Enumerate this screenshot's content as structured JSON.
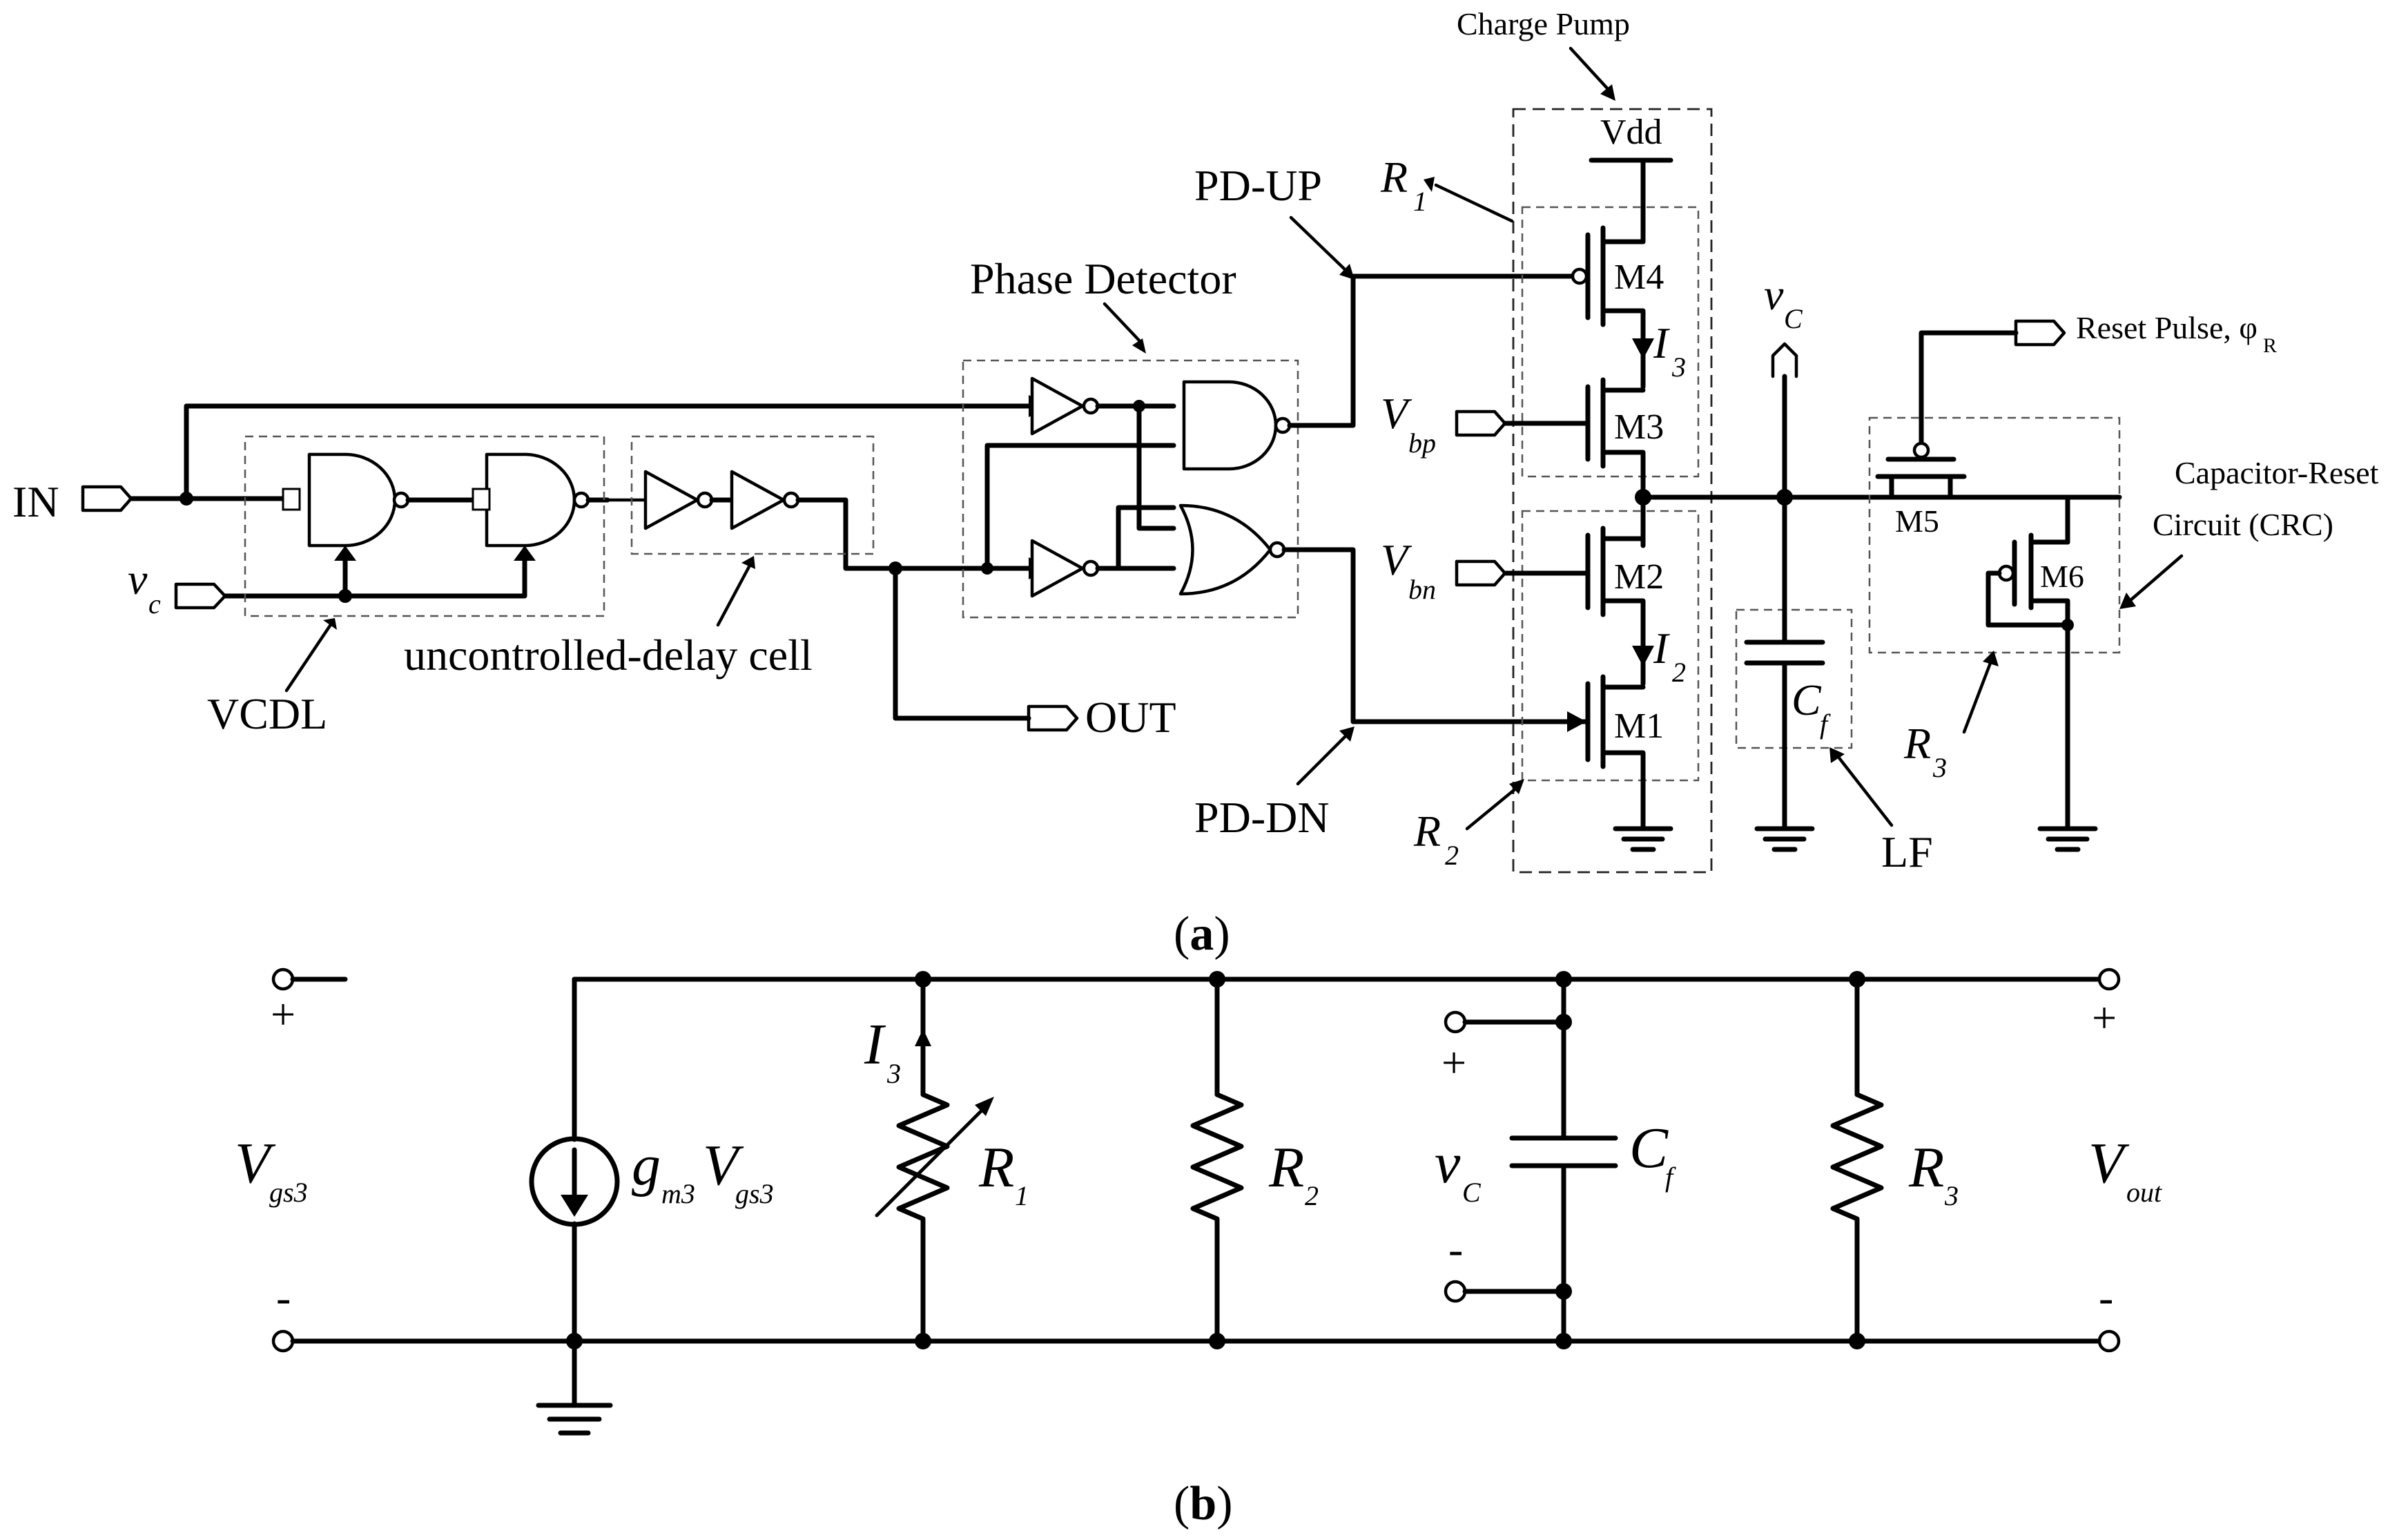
{
  "figure_a": {
    "caption_open": "(",
    "caption_letter": "a",
    "caption_close": ")",
    "in": "IN",
    "vc_left_main": "v",
    "vc_left_sub": "c",
    "out": "OUT",
    "vcdl": "VCDL",
    "uncontrolled": "uncontrolled-delay cell",
    "phase_detector": "Phase Detector",
    "pd_up": "PD-UP",
    "pd_dn": "PD-DN",
    "charge_pump": "Charge Pump",
    "vdd": "Vdd",
    "r1_main": "R",
    "r1_sub": "1",
    "r2_main": "R",
    "r2_sub": "2",
    "r3_main": "R",
    "r3_sub": "3",
    "m1": "M1",
    "m2": "M2",
    "m3": "M3",
    "m4": "M4",
    "m5": "M5",
    "m6": "M6",
    "i3_main": "I",
    "i3_sub": "3",
    "i2_main": "I",
    "i2_sub": "2",
    "vbp_main": "V",
    "vbp_sub": "bp",
    "vbn_main": "V",
    "vbn_sub": "bn",
    "vc_node_main": "v",
    "vc_node_sub": "C",
    "cf_main": "C",
    "cf_sub": "f",
    "lf": "LF",
    "reset_pulse": "Reset Pulse, φ",
    "reset_sub": "R",
    "crc_line1": "Capacitor-Reset",
    "crc_line2": "Circuit (CRC)"
  },
  "figure_b": {
    "caption_open": "(",
    "caption_letter": "b",
    "caption_close": ")",
    "vgs3_main": "V",
    "vgs3_sub": "gs3",
    "gm3_main": "g",
    "gm3_sub": "m3",
    "gm3_v": "V",
    "gm3_vsub": "gs3",
    "i3_main": "I",
    "i3_sub": "3",
    "r1_main": "R",
    "r1_sub": "1",
    "r2_main": "R",
    "r2_sub": "2",
    "r3_main": "R",
    "r3_sub": "3",
    "vc_main": "v",
    "vc_sub": "C",
    "cf_main": "C",
    "cf_sub": "f",
    "vout_main": "V",
    "vout_sub": "out",
    "plus": "+",
    "minus": "-"
  }
}
